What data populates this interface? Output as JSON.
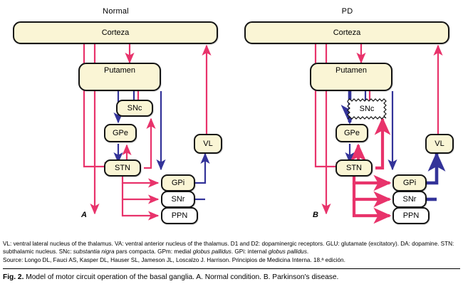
{
  "figure": {
    "panels": [
      {
        "id": "normal",
        "title": "Normal",
        "letter": "A",
        "nodes": {
          "cortex": "Corteza",
          "putamen": "Putamen",
          "snc": "SNc",
          "gpe": "GPe",
          "stn": "STN",
          "vl": "VL",
          "gpi": "GPi",
          "snr": "SNr",
          "ppn": "PPN"
        }
      },
      {
        "id": "pd",
        "title": "PD",
        "letter": "B",
        "nodes": {
          "cortex": "Corteza",
          "putamen": "Putamen",
          "snc": "SNc",
          "gpe": "GPe",
          "stn": "STN",
          "vl": "VL",
          "gpi": "GPi",
          "snr": "SNr",
          "ppn": "PPN"
        }
      }
    ],
    "colors": {
      "excitatory": "#e8336b",
      "inhibitory": "#333399",
      "node_fill": "#faf5d5",
      "node_fill_alt": "#ffffff",
      "node_stroke": "#141414"
    }
  },
  "footnote": {
    "line1_a": "VL: ventral lateral nucleus of the thalamus. VA: ventral anterior nucleus of the thalamus. D1 and D2: dopaminergic receptors. GLU: glutamate (excitatory). DA: dopamine. STN: subthalamic nucleus. SNc: ",
    "italic1": "substantia nigra",
    "line1_b": " pars compacta. GPm: medial ",
    "italic2": "globus pallidus",
    "line1_c": ". GPi: internal ",
    "italic3": "globus pallidus",
    "line1_d": ".",
    "source": "Source: Longo DL, Fauci AS, Kasper DL, Hauser SL, Jameson JL, Loscalzo J. Harrison. Principios de Medicina Interna. 18.ª edición."
  },
  "caption": {
    "label": "Fig. 2.",
    "text": "Model of motor circuit operation of the basal ganglia. A. Normal condition. B. Parkinson's disease."
  }
}
